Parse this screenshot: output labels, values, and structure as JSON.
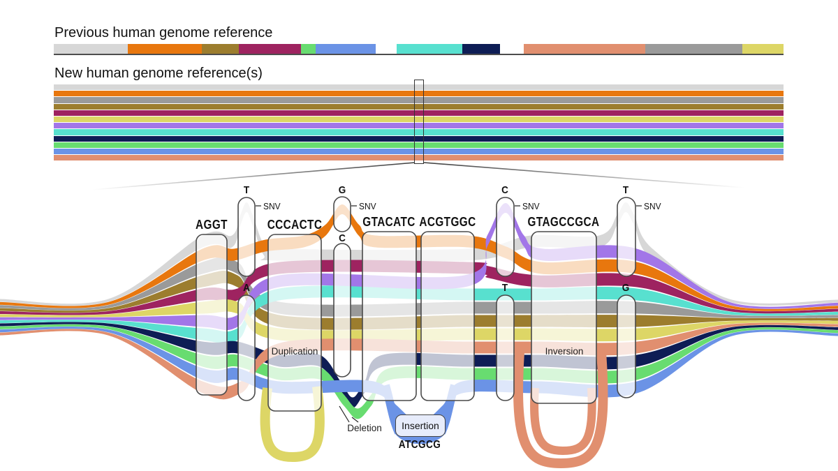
{
  "sections": {
    "previous_title": "Previous human genome reference",
    "new_title": "New human genome reference(s)"
  },
  "previous_bar_segments": [
    {
      "name": "light-gray",
      "color": "#d7d7d7",
      "width": 106
    },
    {
      "name": "orange",
      "color": "#e8770e",
      "width": 106
    },
    {
      "name": "olive",
      "color": "#9c7d2e",
      "width": 53
    },
    {
      "name": "maroon",
      "color": "#9e2360",
      "width": 89
    },
    {
      "name": "green",
      "color": "#68dc70",
      "width": 21
    },
    {
      "name": "blue",
      "color": "#6b93e6",
      "width": 86
    },
    {
      "name": "gap",
      "color": "#ffffff",
      "width": 30
    },
    {
      "name": "turquoise",
      "color": "#58e0cf",
      "width": 94
    },
    {
      "name": "navy",
      "color": "#0e1d55",
      "width": 54
    },
    {
      "name": "gap",
      "color": "#ffffff",
      "width": 34
    },
    {
      "name": "salmon",
      "color": "#e18f6f",
      "width": 174
    },
    {
      "name": "gray",
      "color": "#9a9a9a",
      "width": 139
    },
    {
      "name": "yellow",
      "color": "#ddd666",
      "width": 59
    }
  ],
  "haplotype_ribbons": [
    {
      "name": "light-gray",
      "color": "#d7d7d7"
    },
    {
      "name": "orange",
      "color": "#e8770e"
    },
    {
      "name": "gray",
      "color": "#9a9a9a"
    },
    {
      "name": "olive",
      "color": "#9c7d2e"
    },
    {
      "name": "maroon",
      "color": "#9e2360"
    },
    {
      "name": "yellow",
      "color": "#ddd666"
    },
    {
      "name": "purple",
      "color": "#a276e8"
    },
    {
      "name": "turquoise",
      "color": "#58e0cf"
    },
    {
      "name": "navy",
      "color": "#0e1d55"
    },
    {
      "name": "green",
      "color": "#68dc70"
    },
    {
      "name": "blue",
      "color": "#6b93e6"
    },
    {
      "name": "salmon",
      "color": "#e18f6f"
    }
  ],
  "detail": {
    "blocks": [
      {
        "label": "AGGT"
      },
      {
        "label": "CCCACTC"
      },
      {
        "label": "GTACATC"
      },
      {
        "label": "ACGTGGC"
      },
      {
        "label": "GTAGCCGCA"
      }
    ],
    "snv_sites": [
      {
        "top": "T",
        "bottom": "A",
        "tag": "SNV"
      },
      {
        "top": "G",
        "bottom": "C",
        "tag": "SNV"
      },
      {
        "top": "C",
        "bottom": "T",
        "tag": "SNV"
      },
      {
        "top": "T",
        "bottom": "G",
        "tag": "SNV"
      }
    ],
    "events": {
      "duplication": "Duplication",
      "deletion": "Deletion",
      "insertion": "Insertion",
      "insertion_sequence": "ATCGCG",
      "inversion": "Inversion"
    }
  }
}
